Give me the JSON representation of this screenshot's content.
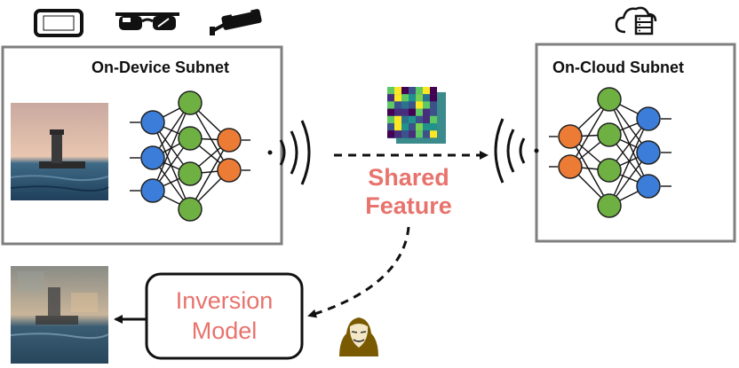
{
  "device_subnet": {
    "title": "On-Device Subnet"
  },
  "cloud_subnet": {
    "title": "On-Cloud Subnet"
  },
  "shared_feature": {
    "line1": "Shared",
    "line2": "Feature"
  },
  "inversion_model": {
    "line1": "Inversion",
    "line2": "Model"
  },
  "icons": {
    "device_icons": [
      "smartphone-icon",
      "smart-glasses-icon",
      "security-camera-icon"
    ],
    "cloud_icon": "cloud-server-icon",
    "attacker_icon": "hacker-icon",
    "signal_icon": "wireless-signal-icon"
  },
  "colors": {
    "node_blue": "#3b7dd8",
    "node_green": "#6fb043",
    "node_orange": "#ec7b35",
    "accent_red": "#e8736d",
    "box_border": "#7f7f7f"
  }
}
